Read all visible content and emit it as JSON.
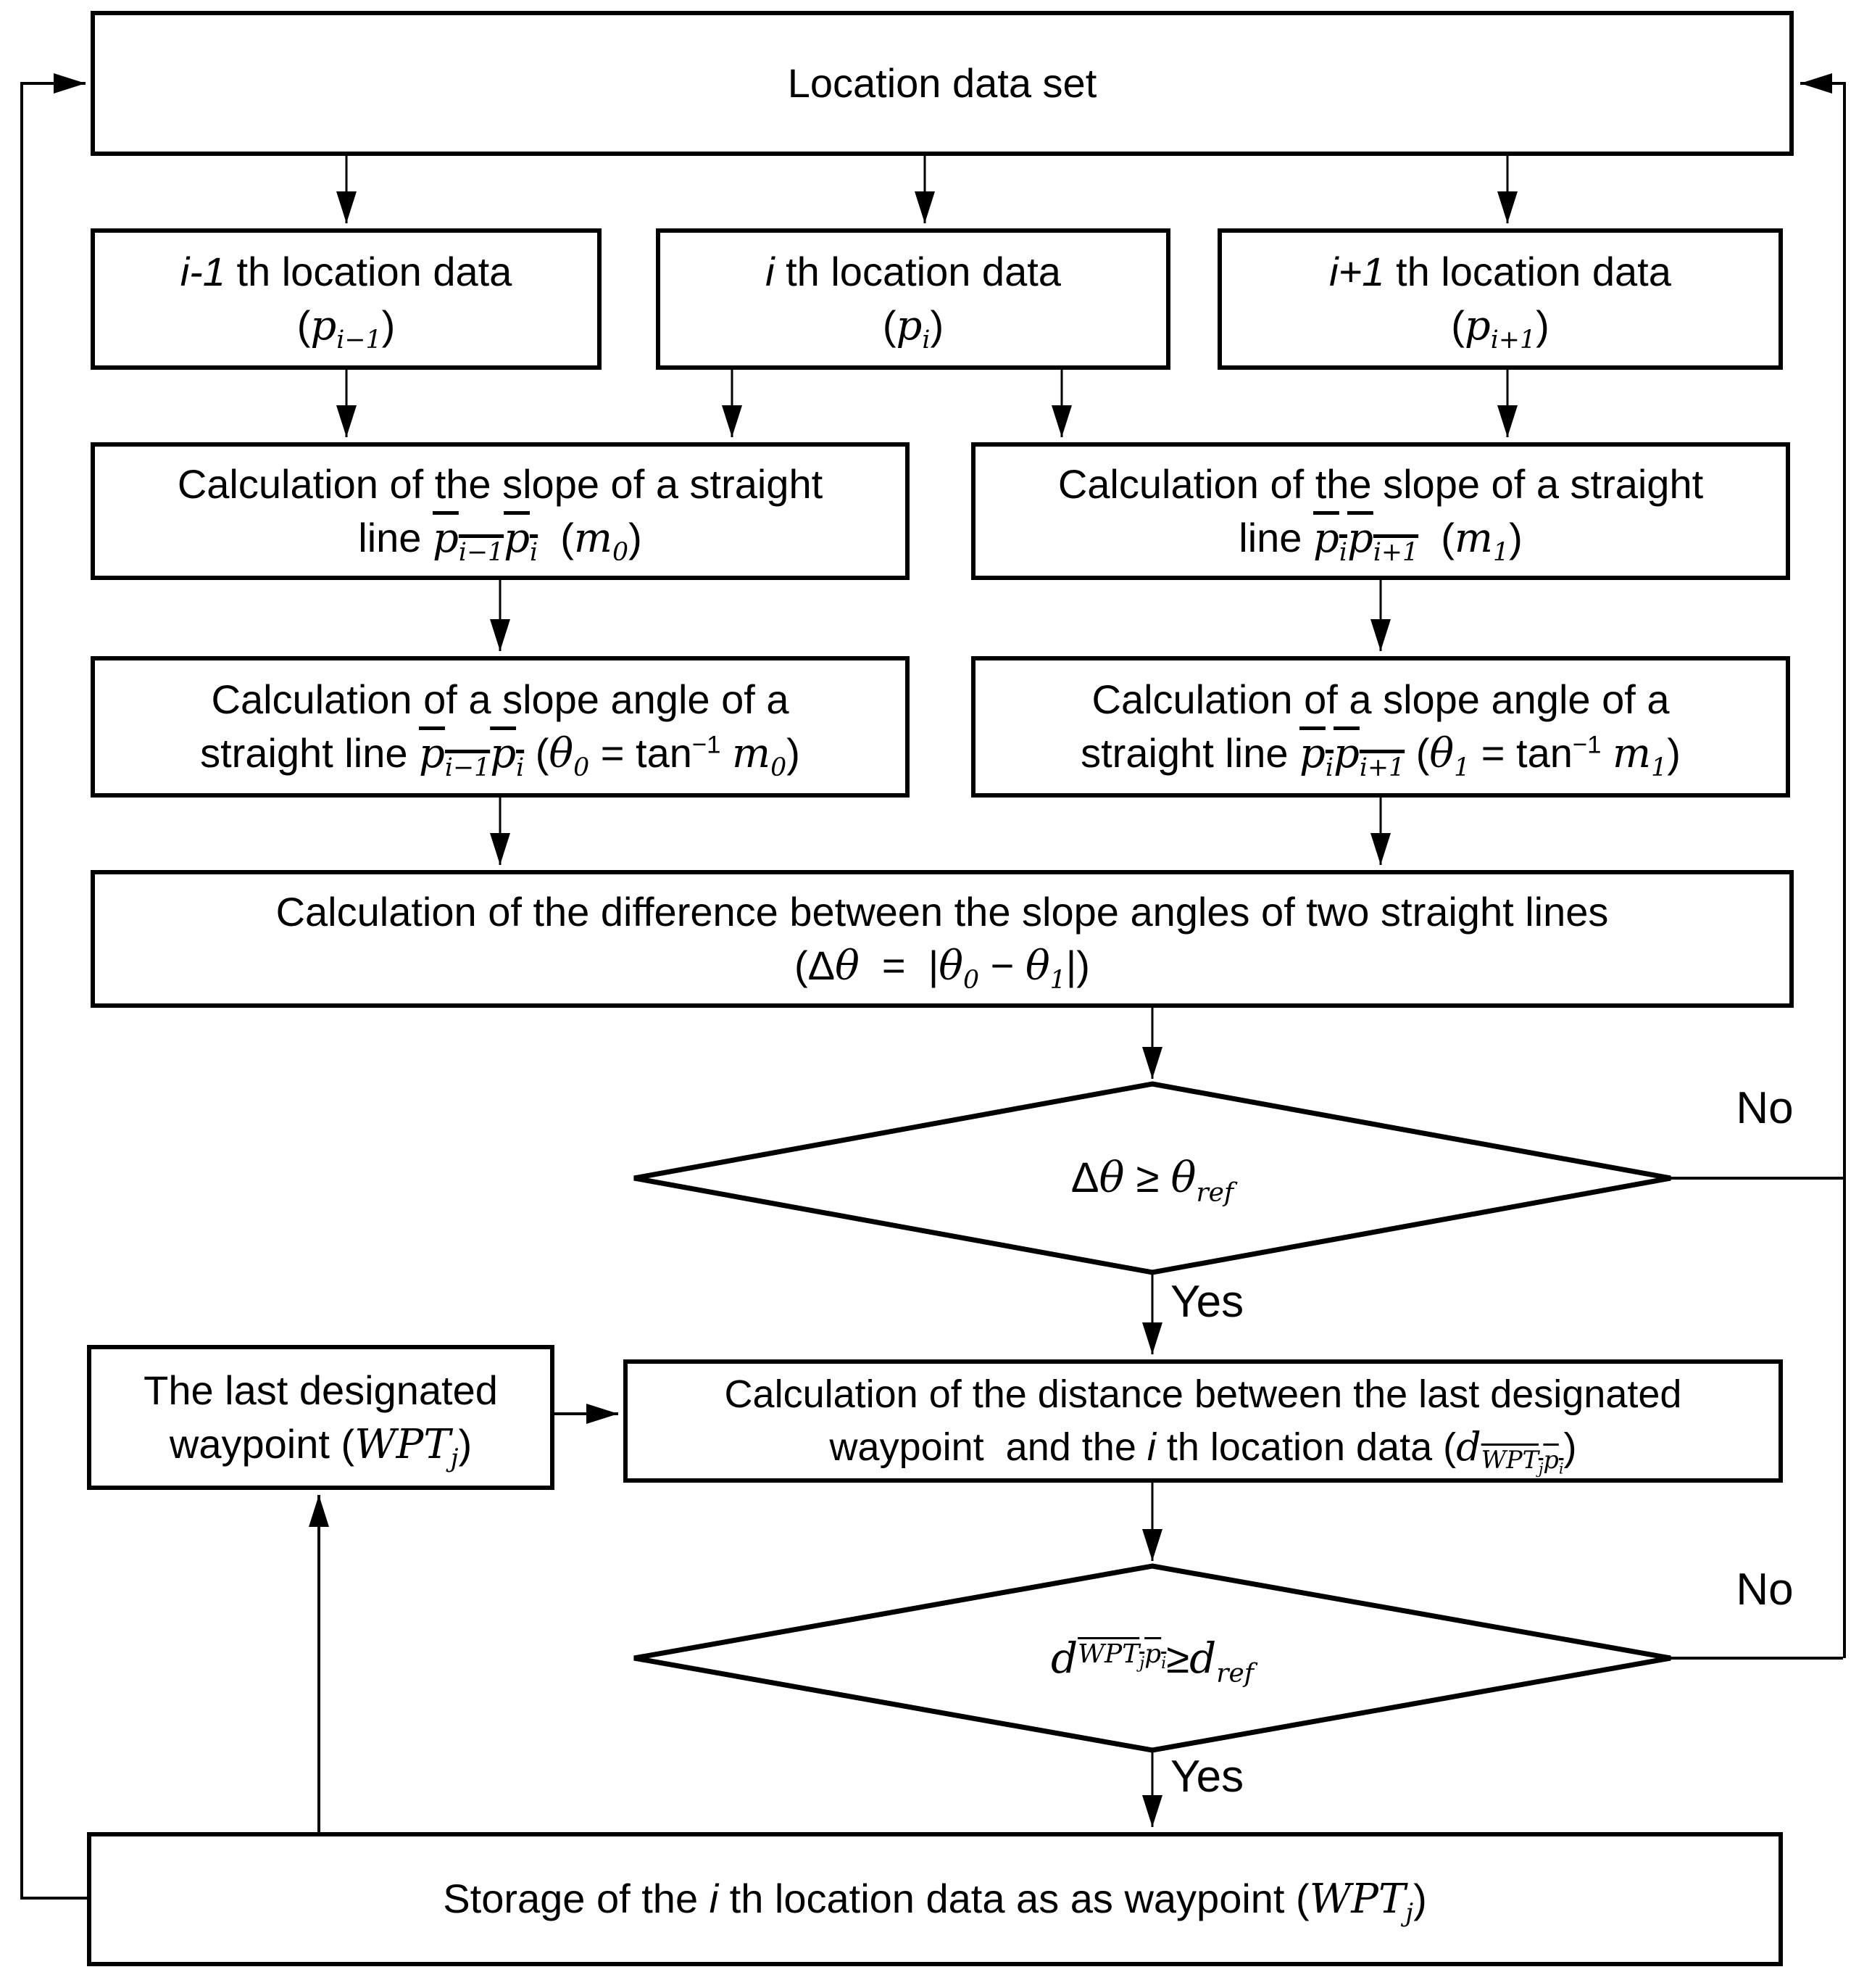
{
  "nodes": {
    "location_data_set": {
      "label": "Location data set"
    },
    "prev_location": {
      "line1": "<i>i-1</i> th location data",
      "line2": "(<span class='m'>p<sub>i−1</sub></span>)"
    },
    "cur_location": {
      "line1": "<i>i</i> th location data",
      "line2": "(<span class='m'>p<sub>i</sub></span>)"
    },
    "next_location": {
      "line1": "<i>i+1</i> th location data",
      "line2": "(<span class='m'>p<sub>i+1</sub></span>)"
    },
    "slope_left": {
      "line1": "Calculation of the slope of a straight",
      "line2": "line <span class='m ov'>p<sub>i−1</sub>p<sub>i</sub></span>&nbsp; (<span class='m'>m<sub>0</sub></span>)"
    },
    "slope_right": {
      "line1": "Calculation of the slope of a straight",
      "line2": "line <span class='m ov'>p<sub>i</sub>p<sub>i+1</sub></span>&nbsp; (<span class='m'>m<sub>1</sub></span>)"
    },
    "angle_left": {
      "line1": "Calculation of a slope angle of a",
      "line2": "straight line <span class='m ov'>p<sub>i−1</sub>p<sub>i</sub></span>&nbsp;(<span class='m'>θ<sub>0</sub></span> = tan<sup>−1</sup> <span class='m'>m<sub>0</sub></span>)"
    },
    "angle_right": {
      "line1": "Calculation of a slope angle of a",
      "line2": "straight line <span class='m ov'>p<sub>i</sub>p<sub>i+1</sub></span> (<span class='m'>θ<sub>1</sub></span> = tan<sup>−1</sup> <span class='m'>m<sub>1</sub></span>)"
    },
    "angle_difference": {
      "line1": "Calculation of the difference between the slope angles of two straight lines",
      "line2": "(Δ<span class='m'>θ</span> &nbsp;=&nbsp; |<span class='m'>θ<sub>0</sub></span> − <span class='m'>θ<sub>1</sub></span>|)"
    },
    "decision_angle": {
      "label": "Δ<span class='m'>θ</span> &nbsp;≥&nbsp; <span class='m'>θ<sub>ref</sub></span>"
    },
    "last_waypoint": {
      "line1": "The last designated",
      "line2": "waypoint (<span class='m'>WPT<sub>j</sub></span>)"
    },
    "distance_calc": {
      "line1": "Calculation of the distance between the last designated",
      "line2": "waypoint&nbsp; and the <i>i</i> th location data (<span class='m'>d</span><sub><span class='m ov'>WPT<sub>j</sub>p<sub>i</sub></span></sub>)"
    },
    "decision_distance": {
      "label": "<span class='m'>d</span><sub><span class='m ov'>WPT<sub>j</sub>p<sub>i</sub></span></sub> ≥ <span class='m'>d<sub>ref</sub></span>"
    },
    "storage": {
      "label": "Storage of the <i>i</i> th location data as as waypoint (<span class='m'>WPT<sub>j</sub></span>)"
    }
  },
  "branch_labels": {
    "no1": "No",
    "yes1": "Yes",
    "no2": "No",
    "yes2": "Yes"
  },
  "colors": {
    "line": "#000000",
    "box_fill": "#ffffff"
  }
}
